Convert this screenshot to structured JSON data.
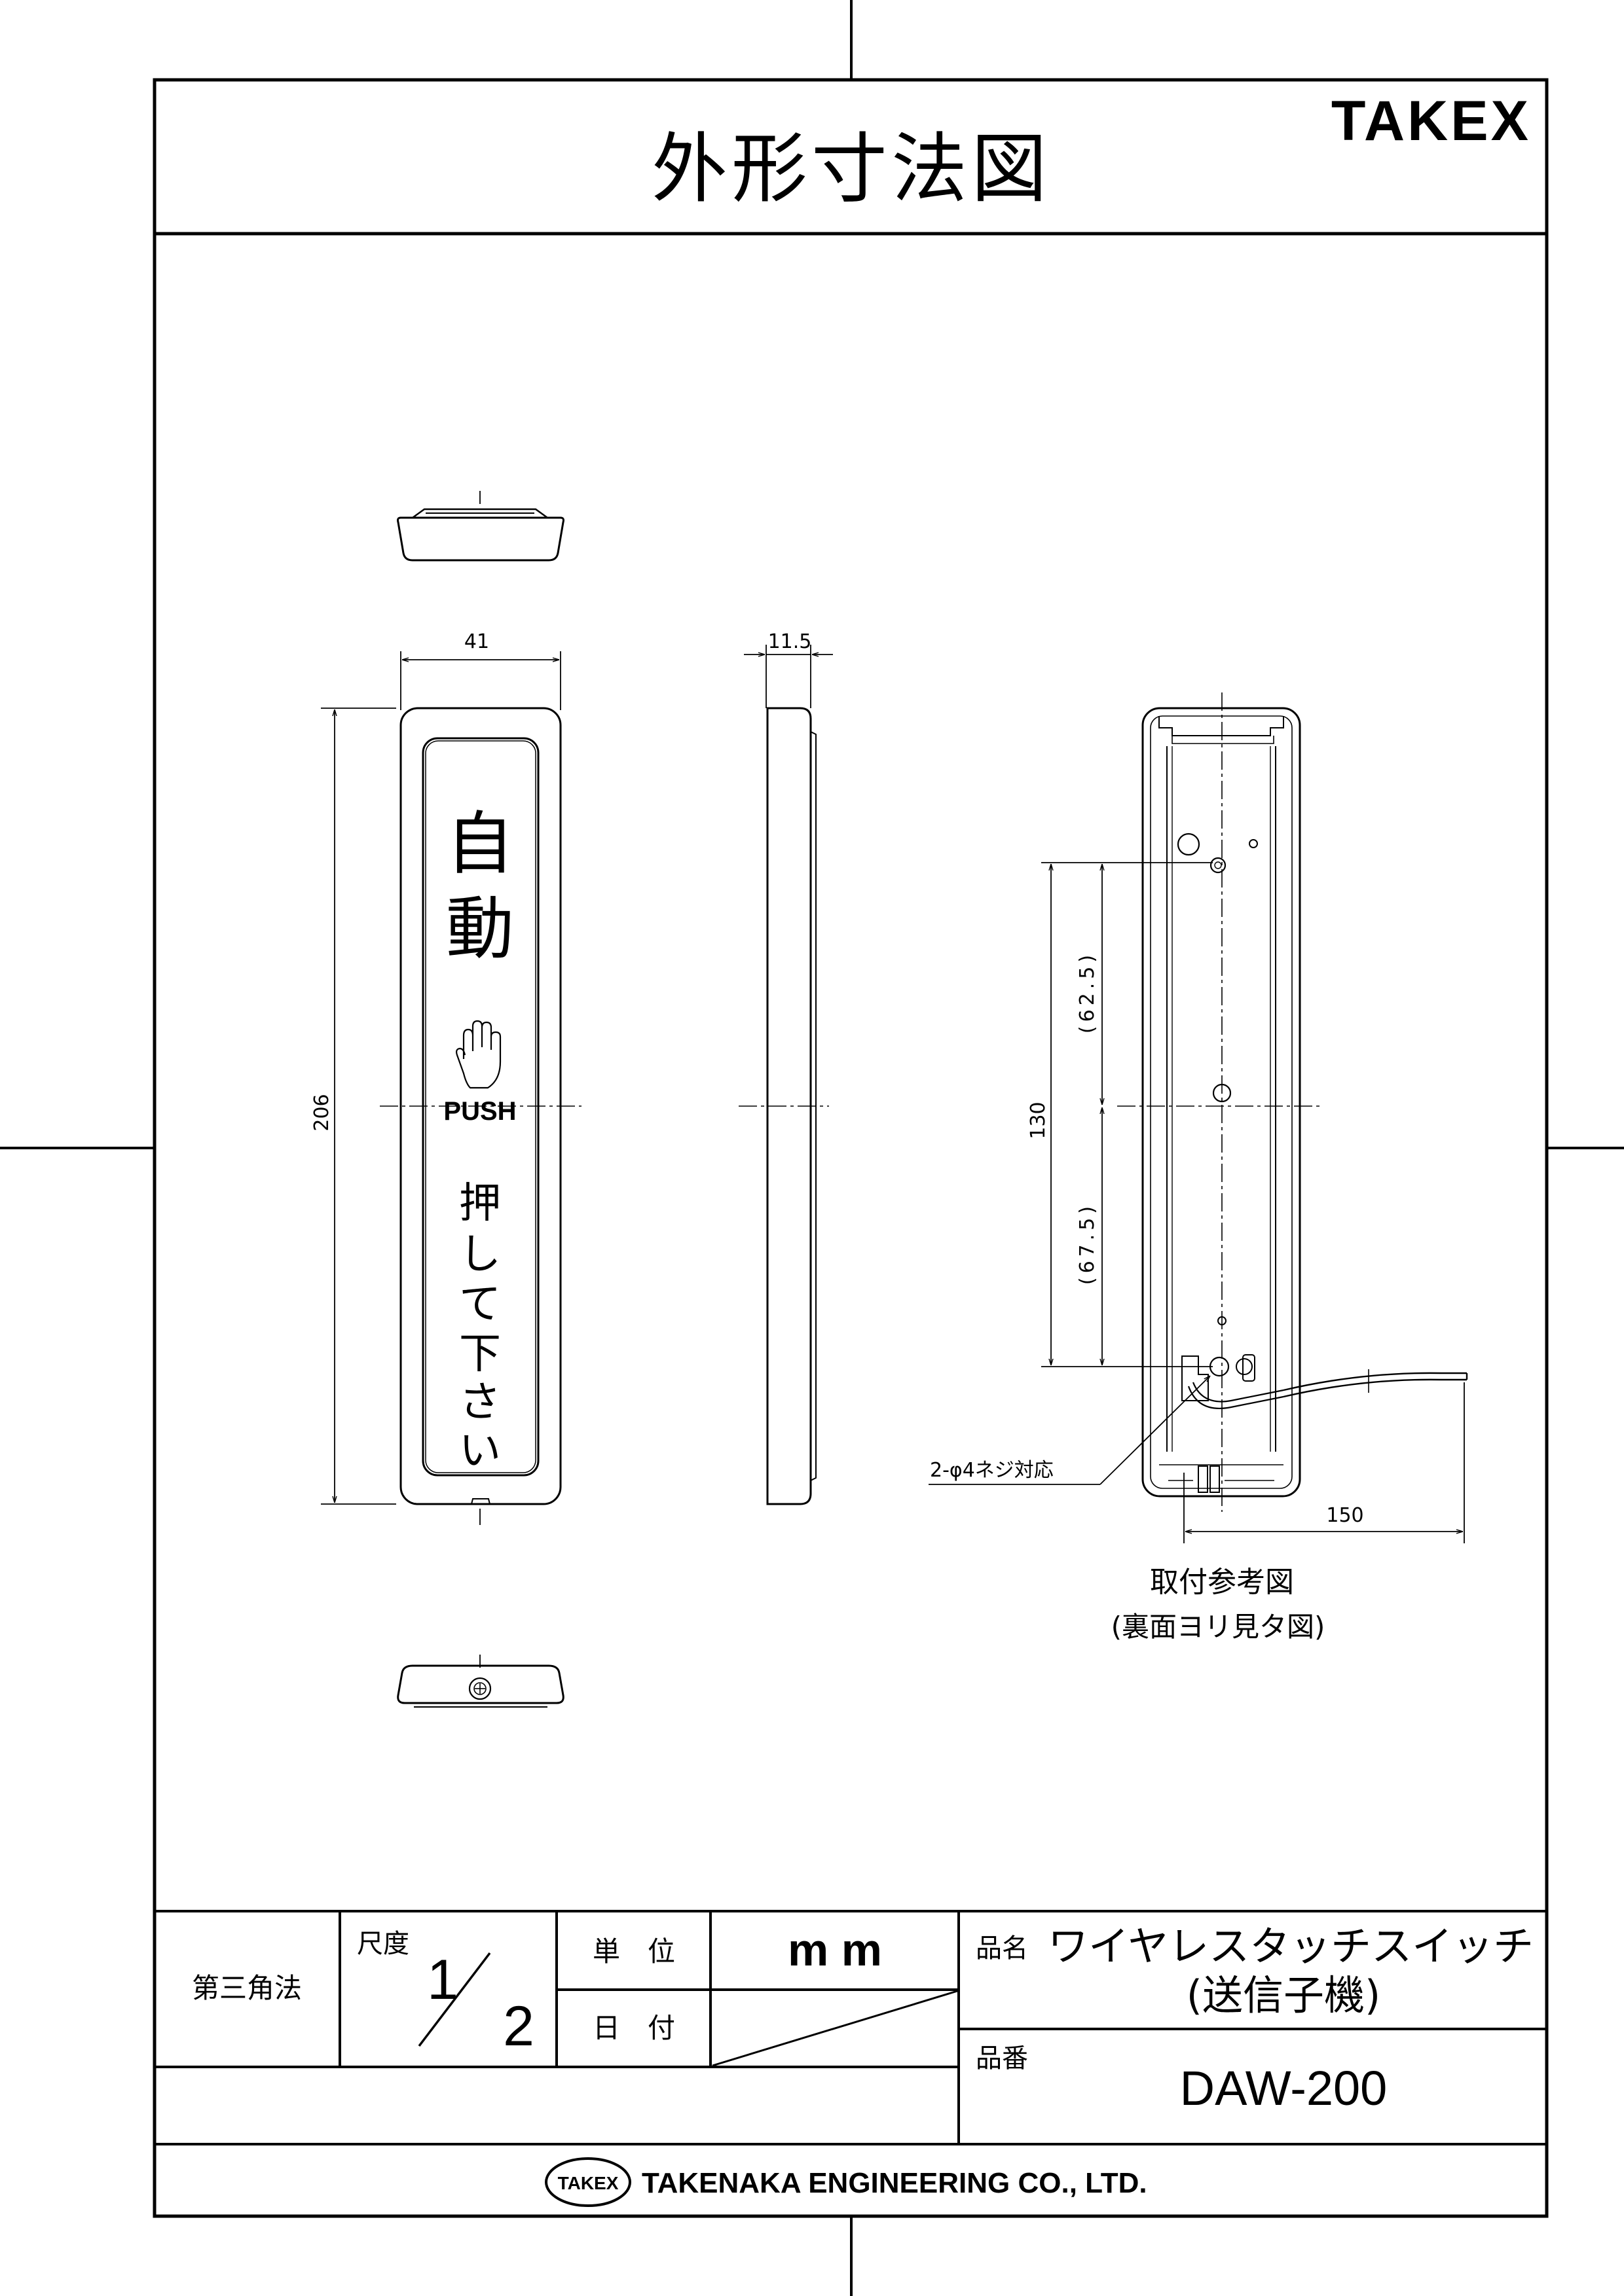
{
  "header": {
    "title": "外形寸法図",
    "brand": "TAKEX"
  },
  "drawing": {
    "front_view": {
      "dim_width": "41",
      "dim_height": "206",
      "label_top": "自",
      "label_bottom_kanji": "動",
      "push_label": "PUSH",
      "instruction_chars": [
        "押",
        "し",
        "て",
        "下",
        "さ",
        "い"
      ]
    },
    "side_view": {
      "dim_depth": "11.5"
    },
    "rear_view": {
      "dim_total": "130",
      "dim_upper": "(62.5)",
      "dim_lower": "(67.5)",
      "dim_cable": "150",
      "screw_note": "2-φ4ネジ対応",
      "caption": "取付参考図",
      "caption_sub": "(裏面ヨリ見タ図)"
    }
  },
  "title_block": {
    "projection": "第三角法",
    "scale_label": "尺度",
    "scale_num": "1",
    "scale_den": "2",
    "unit_label": "単　位",
    "unit_value": "m m",
    "date_label": "日　付",
    "product_name_label": "品名",
    "product_name": "ワイヤレスタッチスイッチ",
    "product_name_sub": "(送信子機)",
    "part_number_label": "品番",
    "part_number": "DAW-200",
    "company_logo_text": "TAKEX",
    "company": "TAKENAKA ENGINEERING CO., LTD."
  }
}
